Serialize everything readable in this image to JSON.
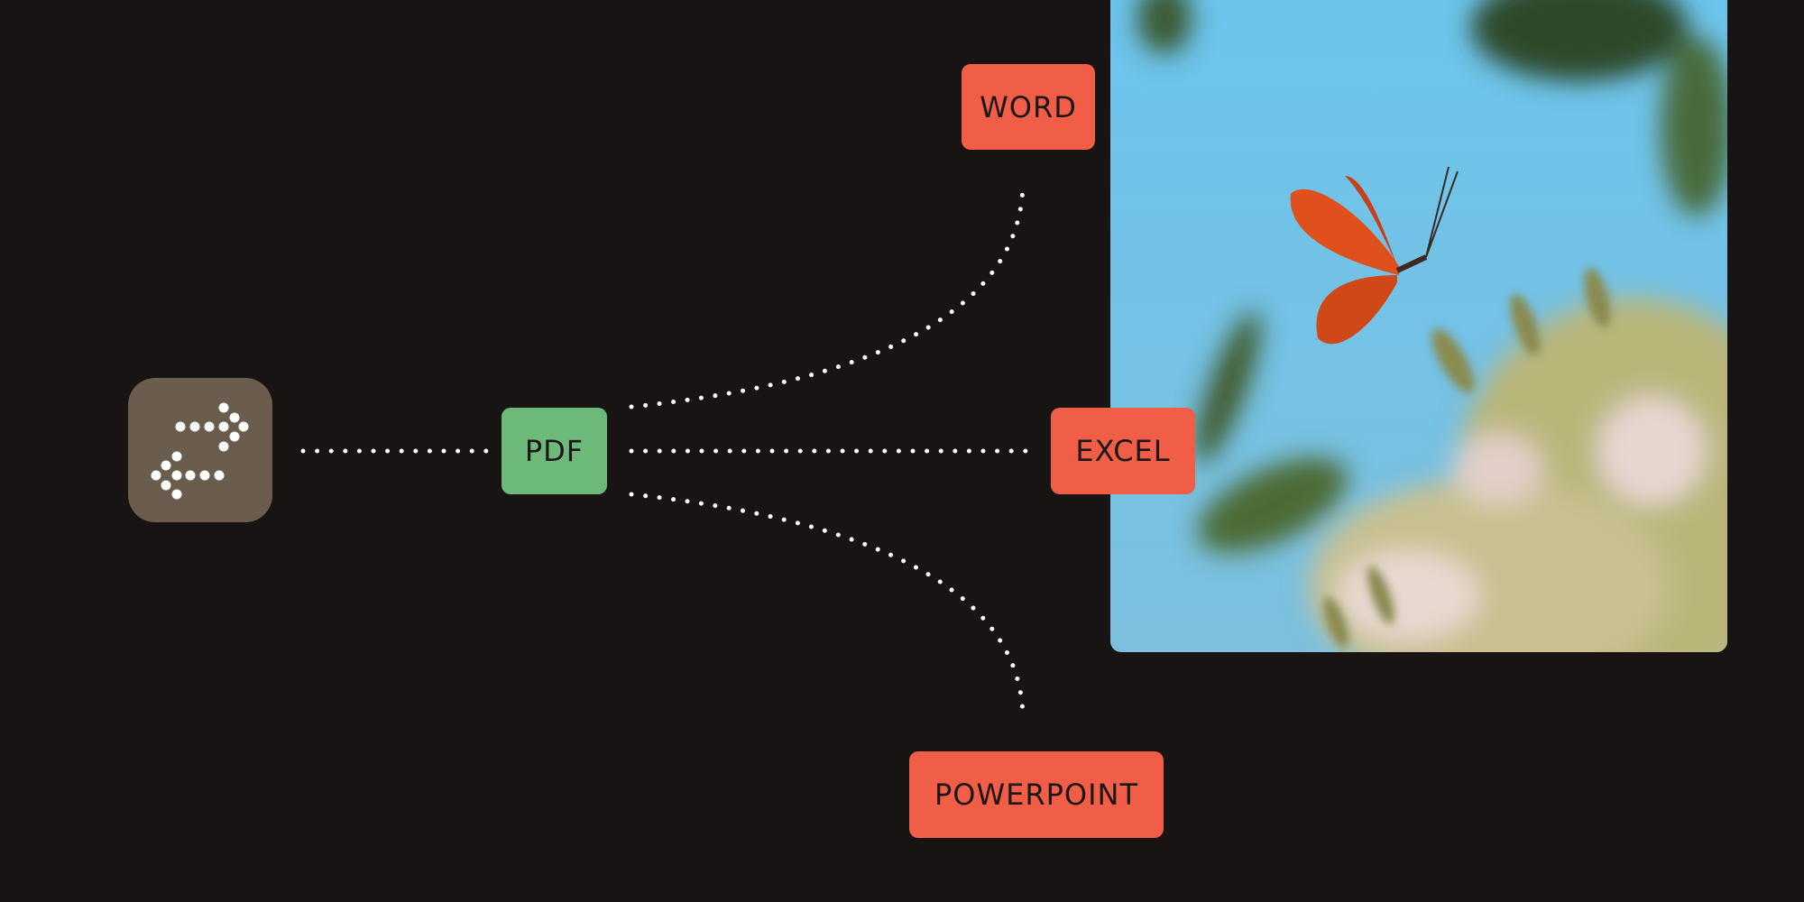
{
  "source": {
    "icon": "convert-arrows-icon",
    "color": "#6b5d4d"
  },
  "hub": {
    "label": "PDF",
    "color": "#6cb97a"
  },
  "targets": [
    {
      "label": "WORD",
      "color": "#f05e47"
    },
    {
      "label": "EXCEL",
      "color": "#f05e47"
    },
    {
      "label": "POWERPOINT",
      "color": "#f05e47"
    }
  ],
  "photo": {
    "subject": "butterfly-on-flowers-photo"
  }
}
